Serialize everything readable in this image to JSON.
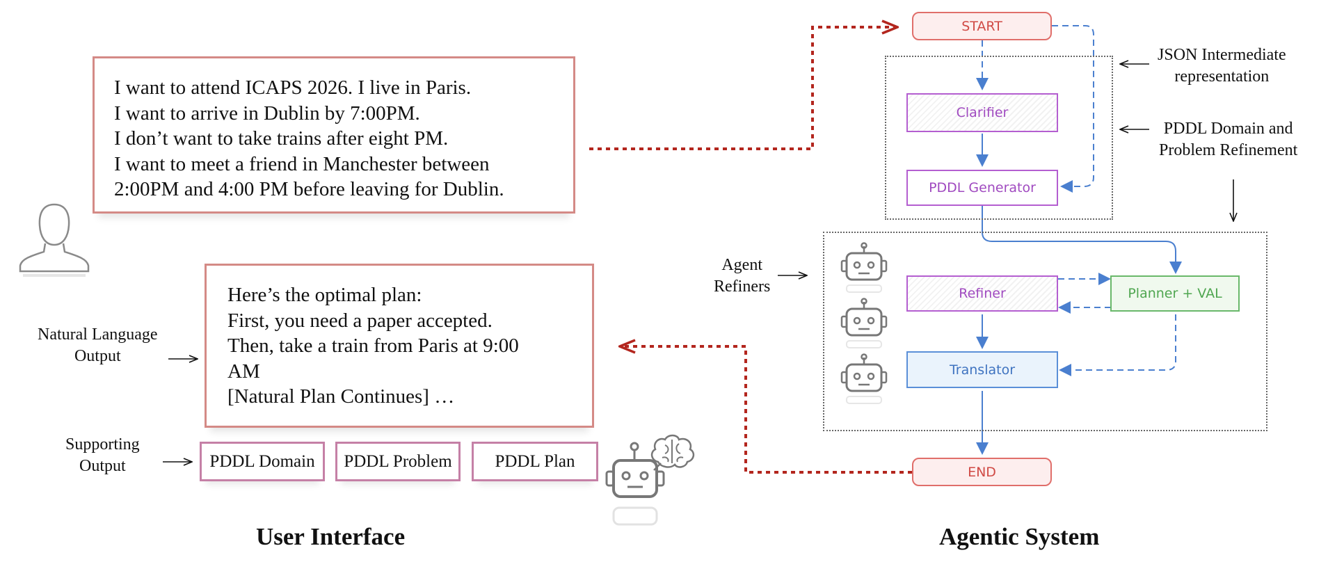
{
  "user_interface": {
    "title": "User Interface",
    "request_lines": [
      "I want to attend ICAPS 2026. I live in Paris.",
      "I want to arrive in Dublin by 7:00PM.",
      "I don’t want to take trains after eight PM.",
      "I want to meet a friend in Manchester between",
      "2:00PM and 4:00 PM before leaving for Dublin."
    ],
    "response_lines": [
      "Here’s the optimal plan:",
      "First, you need a paper accepted.",
      "Then, take a train from Paris at 9:00",
      "AM",
      "[Natural Plan Continues] …"
    ],
    "natural_language_label": [
      "Natural Language",
      "Output"
    ],
    "supporting_label": [
      "Supporting",
      "Output"
    ],
    "supporting_outputs": [
      "PDDL Domain",
      "PDDL Problem",
      "PDDL Plan"
    ],
    "icons": [
      "user-icon",
      "robot-icon",
      "brain-icon"
    ]
  },
  "agentic_system": {
    "title": "Agentic System",
    "nodes": {
      "start": "START",
      "clarifier": "Clarifier",
      "pddl_generator": "PDDL Generator",
      "refiner": "Refiner",
      "planner_val": "Planner + VAL",
      "translator": "Translator",
      "end": "END"
    },
    "annotations": {
      "json_ir": [
        "JSON Intermediate",
        "representation"
      ],
      "pddl_refinement": [
        "PDDL Domain and",
        "Problem Refinement"
      ],
      "agent_refiners": [
        "Agent",
        "Refiners"
      ]
    },
    "icons": [
      "robot-icon",
      "robot-icon",
      "robot-icon"
    ]
  },
  "colors": {
    "user_box_border": "#d48a86",
    "support_box_border": "#c580a6",
    "flow_arrow_red": "#b3261e",
    "flow_arrow_blue": "#4a7fcf",
    "terminal_red": "#e06e6a",
    "purple_node": "#b45ed0",
    "green_node": "#69b86a",
    "blue_node": "#5a8fd8"
  }
}
